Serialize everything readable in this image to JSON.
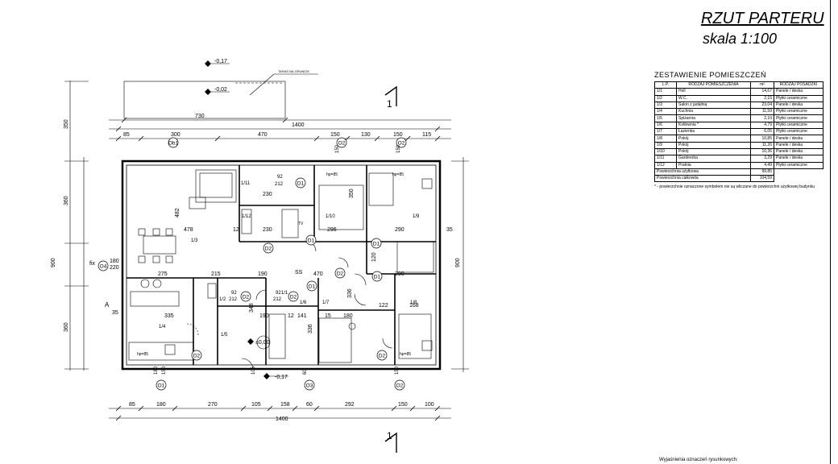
{
  "header": {
    "title": "RZUT PARTERU",
    "scale": "skala 1:100"
  },
  "schedule": {
    "title": "ZESTAWIENIE POMIESZCZEŃ",
    "columns": [
      "L.P.",
      "RODZAJ POMIESZCZENIA",
      "m²",
      "RODZAJ POSADZKI"
    ],
    "rows": [
      [
        "1/1",
        "Holl",
        "14,67",
        "Panele / deska"
      ],
      [
        "1/2",
        "W.C.",
        "2,15",
        "Płytki ceramiczne"
      ],
      [
        "1/3",
        "Salon z jadalnią",
        "23,04",
        "Panele / deska"
      ],
      [
        "1/4",
        "Kuchnia",
        "11,59",
        "Płytki ceramiczne"
      ],
      [
        "1/5",
        "Spiżarnia",
        "2,10",
        "Płytki ceramiczne"
      ],
      [
        "1/6",
        "Kotłownia *",
        "4,79",
        "Płytki ceramiczne"
      ],
      [
        "1/7",
        "Łazienka",
        "6,05",
        "Płytki ceramiczne"
      ],
      [
        "1/8",
        "Pokój",
        "10,85",
        "Panele / deska"
      ],
      [
        "1/9",
        "Pokój",
        "11,26",
        "Panele / deska"
      ],
      [
        "1/10",
        "Pokój",
        "10,36",
        "Panele / deska"
      ],
      [
        "1/11",
        "Garderoba",
        "3,29",
        "Panele / deska"
      ],
      [
        "1/12",
        "Pralnia",
        "4,49",
        "Płytki ceramiczne"
      ]
    ],
    "total_usable_label": "Powierzchnia użytkowa",
    "total_usable_value": "99,85",
    "total_overall_label": "Powierzchnia całkowita",
    "total_overall_value": "104,59",
    "footnote": "* - powierzchnie oznaczone symbolem nie są wliczane do powierzchni użytkowej budynku"
  },
  "bottom_note": "Wyjaśnienia oznaczeń rysunkowych:",
  "plan": {
    "terrace_label": "TARAS NA GRUNCIE",
    "levels": {
      "l1": "-0,17",
      "l2": "-0,02",
      "l3": "±0,00",
      "l4": "-0,17"
    },
    "section_label": "1",
    "axis_label": "A",
    "top_dims": [
      "85",
      "300",
      "470",
      "150",
      "130",
      "150",
      "115"
    ],
    "terrace_dim": "730",
    "overall_top": "1400",
    "bottom_dims": [
      "85",
      "180",
      "270",
      "105",
      "158",
      "60",
      "292",
      "150",
      "100"
    ],
    "overall_bottom": "1400",
    "left_dims": [
      "350",
      "360",
      "900",
      "360"
    ],
    "right_dim": "900",
    "right_small": "35",
    "left_small": "35",
    "rooms": {
      "r11": "1/11",
      "r12": "1/12",
      "r10": "1/10",
      "r9": "1/9",
      "r3": "1/3",
      "r1": "1/1",
      "r6": "1/6",
      "r7": "1/7",
      "r8": "1/8",
      "r2": "1/2",
      "r4": "1/4",
      "r5": "1/5"
    },
    "inner_dims": {
      "d482": "482",
      "d478": "478",
      "d230a": "230",
      "d230b": "230",
      "d296": "296",
      "d290a": "290",
      "d290b": "290",
      "d275": "275",
      "d215": "215",
      "d190a": "190",
      "d470": "470",
      "d335": "335",
      "d190b": "190",
      "d141": "141",
      "d180": "180",
      "d122": "122",
      "d168": "168",
      "d336a": "336",
      "d336b": "336",
      "d15": "15",
      "d12a": "12",
      "d12b": "12",
      "d350": "350",
      "d120": "120",
      "d348": "348"
    },
    "doors": {
      "d1": "D1",
      "d2": "D2",
      "o1": "O1",
      "o2": "O2",
      "o3": "O3",
      "o4": "O4",
      "ob1": "Ob1",
      "fix": "fix",
      "w92": "92",
      "h212": "212",
      "hp85": "hp=85",
      "w180": "180",
      "w220": "220",
      "w150": "150",
      "w60": "60",
      "w105": "105",
      "tv": "TV",
      "ss": "SS"
    }
  }
}
